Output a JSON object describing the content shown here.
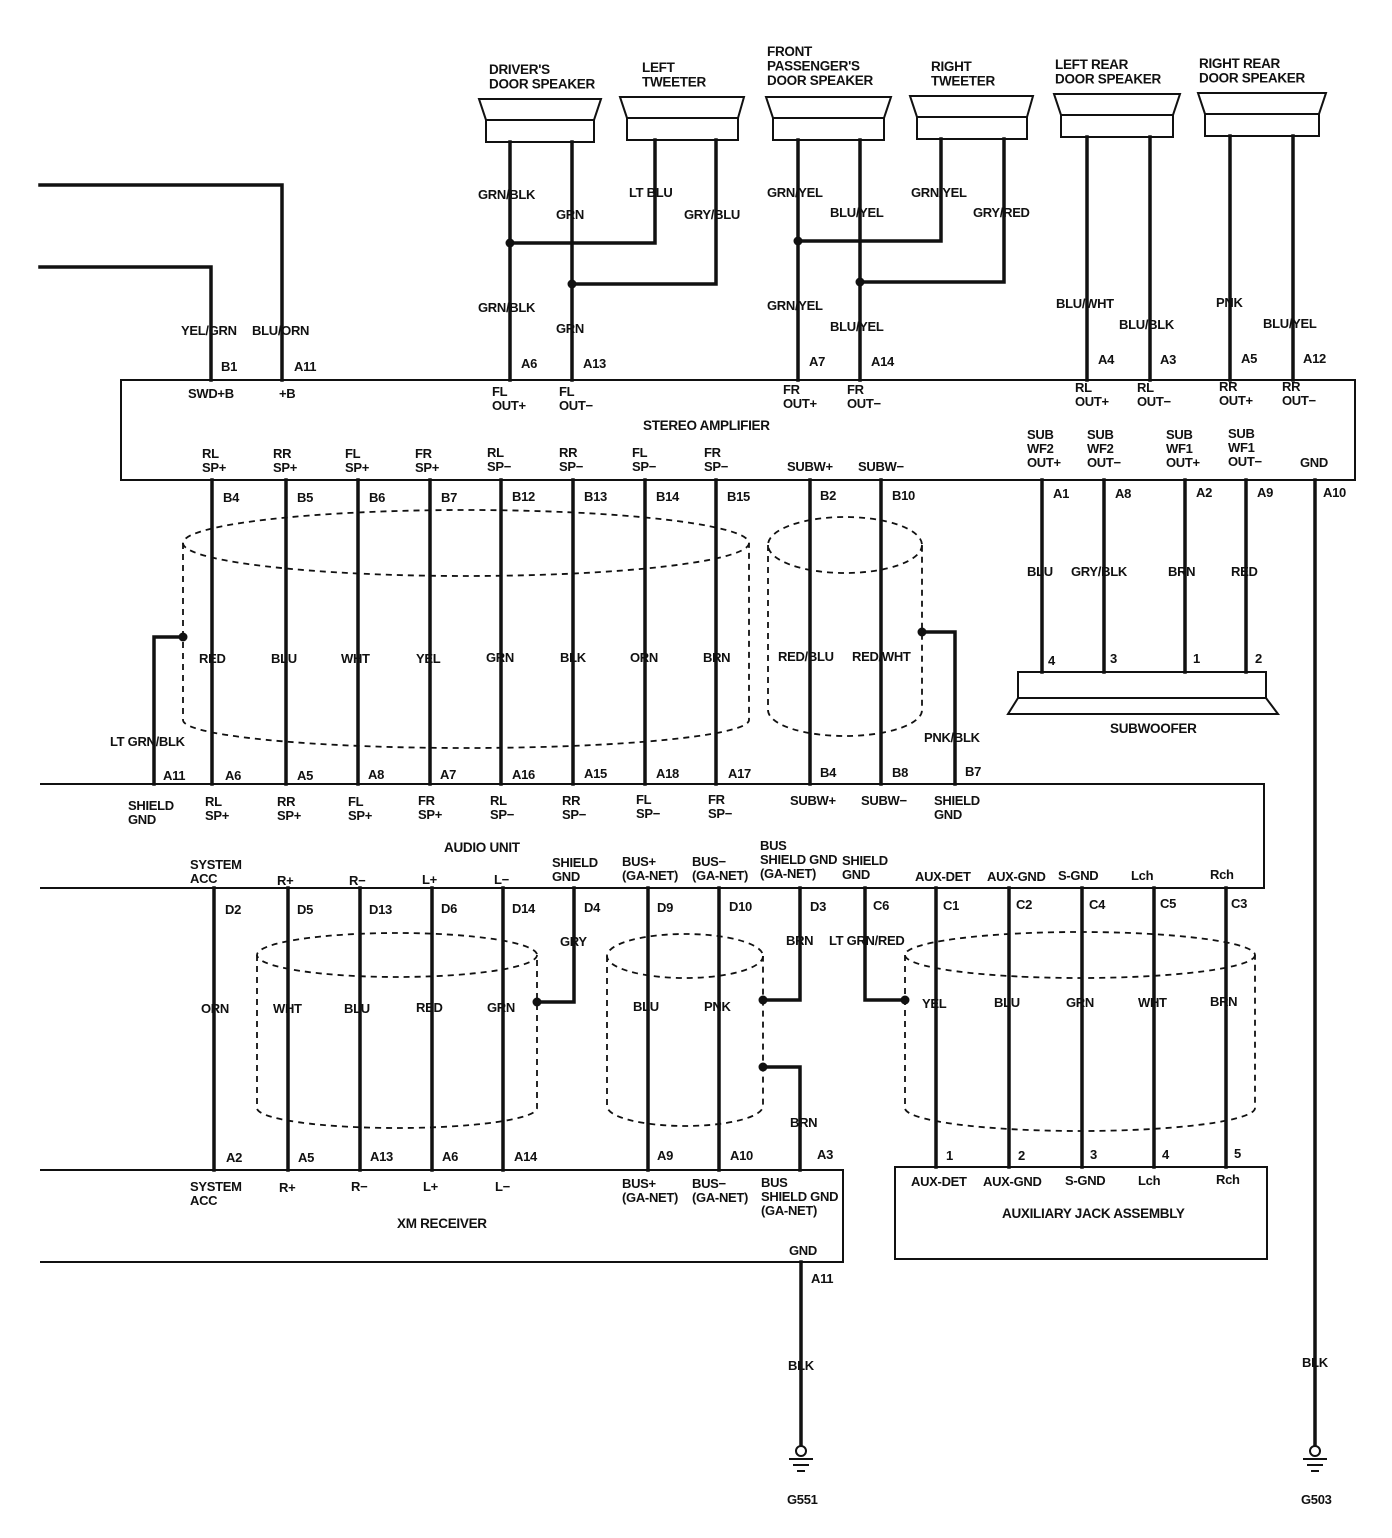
{
  "components": {
    "drivers_door_speaker": "DRIVER'S\nDOOR SPEAKER",
    "left_tweeter": "LEFT\nTWEETER",
    "front_passengers_door_speaker": "FRONT\nPASSENGER'S\nDOOR SPEAKER",
    "right_tweeter": "RIGHT\nTWEETER",
    "left_rear_door_speaker": "LEFT REAR\nDOOR SPEAKER",
    "right_rear_door_speaker": "RIGHT REAR\nDOOR SPEAKER",
    "stereo_amplifier": "STEREO AMPLIFIER",
    "subwoofer": "SUBWOOFER",
    "audio_unit": "AUDIO UNIT",
    "xm_receiver": "XM RECEIVER",
    "auxiliary_jack_assembly": "AUXILIARY JACK ASSEMBLY"
  },
  "grounds": {
    "g551": "G551",
    "g503": "G503"
  },
  "wires": {
    "yel_grn": "YEL/GRN",
    "blu_orn": "BLU/ORN",
    "grn_blk_top": "GRN/BLK",
    "grn_top": "GRN",
    "lt_blu": "LT BLU",
    "gry_blu": "GRY/BLU",
    "grn_blk_low": "GRN/BLK",
    "grn_low": "GRN",
    "grn_yel_top": "GRN/YEL",
    "blu_yel_top": "BLU/YEL",
    "grn_yel_tw": "GRN/YEL",
    "gry_red": "GRY/RED",
    "grn_yel_low": "GRN/YEL",
    "blu_yel_low": "BLU/YEL",
    "blu_wht": "BLU/WHT",
    "blu_blk": "BLU/BLK",
    "pnk_rr": "PNK",
    "blu_yel_rr": "BLU/YEL",
    "sp_red": "RED",
    "sp_blu": "BLU",
    "sp_wht": "WHT",
    "sp_yel": "YEL",
    "sp_grn": "GRN",
    "sp_blk": "BLK",
    "sp_orn": "ORN",
    "sp_brn": "BRN",
    "red_blu": "RED/BLU",
    "red_wht": "RED/WHT",
    "pnk_blk": "PNK/BLK",
    "lt_grn_blk": "LT GRN/BLK",
    "sw_blu": "BLU",
    "sw_gry_blk": "GRY/BLK",
    "sw_brn": "BRN",
    "sw_red": "RED",
    "orn": "ORN",
    "xm_wht": "WHT",
    "xm_blu": "BLU",
    "xm_red": "RED",
    "xm_grn": "GRN",
    "gry": "GRY",
    "bus_blu": "BLU",
    "bus_pnk": "PNK",
    "brn_top": "BRN",
    "brn_low": "BRN",
    "lt_grn_red": "LT GRN/RED",
    "aux_yel": "YEL",
    "aux_blu": "BLU",
    "aux_grn": "GRN",
    "aux_wht": "WHT",
    "aux_brn": "BRN",
    "blk_g551": "BLK",
    "blk_g503": "BLK"
  },
  "pins": {
    "amp_b1": "B1",
    "amp_a11": "A11",
    "amp_a6": "A6",
    "amp_a13": "A13",
    "amp_a7": "A7",
    "amp_a14": "A14",
    "amp_a4": "A4",
    "amp_a3": "A3",
    "amp_a5": "A5",
    "amp_a12": "A12",
    "amp_b4": "B4",
    "amp_b5": "B5",
    "amp_b6": "B6",
    "amp_b7": "B7",
    "amp_b12": "B12",
    "amp_b13": "B13",
    "amp_b14": "B14",
    "amp_b15": "B15",
    "amp_b2": "B2",
    "amp_b10": "B10",
    "amp_a1": "A1",
    "amp_a8": "A8",
    "amp_a2": "A2",
    "amp_a9": "A9",
    "amp_a10": "A10",
    "sw_4": "4",
    "sw_3": "3",
    "sw_1": "1",
    "sw_2": "2",
    "au_a11": "A11",
    "au_a6": "A6",
    "au_a5": "A5",
    "au_a8": "A8",
    "au_a7": "A7",
    "au_a16": "A16",
    "au_a15": "A15",
    "au_a18": "A18",
    "au_a17": "A17",
    "au_b4": "B4",
    "au_b8": "B8",
    "au_b7": "B7",
    "au_d2": "D2",
    "au_d5": "D5",
    "au_d13": "D13",
    "au_d6": "D6",
    "au_d14": "D14",
    "au_d4": "D4",
    "au_d9": "D9",
    "au_d10": "D10",
    "au_d3": "D3",
    "au_c6": "C6",
    "au_c1": "C1",
    "au_c2": "C2",
    "au_c4": "C4",
    "au_c5": "C5",
    "au_c3": "C3",
    "xm_a2": "A2",
    "xm_a5": "A5",
    "xm_a13": "A13",
    "xm_a6": "A6",
    "xm_a14": "A14",
    "xm_a9": "A9",
    "xm_a10": "A10",
    "xm_a3": "A3",
    "xm_a11": "A11",
    "aux_1": "1",
    "aux_2": "2",
    "aux_3": "3",
    "aux_4": "4",
    "aux_5": "5"
  },
  "terminals": {
    "amp_swd_b": "SWD+B",
    "amp_plus_b": "+B",
    "amp_fl_out_p": "FL\nOUT+",
    "amp_fl_out_n": "FL\nOUT−",
    "amp_fr_out_p": "FR\nOUT+",
    "amp_fr_out_n": "FR\nOUT−",
    "amp_rl_out_p": "RL\nOUT+",
    "amp_rl_out_n": "RL\nOUT−",
    "amp_rr_out_p": "RR\nOUT+",
    "amp_rr_out_n": "RR\nOUT−",
    "amp_rl_sp_p": "RL\nSP+",
    "amp_rr_sp_p": "RR\nSP+",
    "amp_fl_sp_p": "FL\nSP+",
    "amp_fr_sp_p": "FR\nSP+",
    "amp_rl_sp_n": "RL\nSP−",
    "amp_rr_sp_n": "RR\nSP−",
    "amp_fl_sp_n": "FL\nSP−",
    "amp_fr_sp_n": "FR\nSP−",
    "amp_subw_p": "SUBW+",
    "amp_subw_n": "SUBW−",
    "amp_sub_wf2_p": "SUB\nWF2\nOUT+",
    "amp_sub_wf2_n": "SUB\nWF2\nOUT−",
    "amp_sub_wf1_p": "SUB\nWF1\nOUT+",
    "amp_sub_wf1_n": "SUB\nWF1\nOUT−",
    "amp_gnd": "GND",
    "au_shield_gnd1": "SHIELD\nGND",
    "au_rl_sp_p": "RL\nSP+",
    "au_rr_sp_p": "RR\nSP+",
    "au_fl_sp_p": "FL\nSP+",
    "au_fr_sp_p": "FR\nSP+",
    "au_rl_sp_n": "RL\nSP−",
    "au_rr_sp_n": "RR\nSP−",
    "au_fl_sp_n": "FL\nSP−",
    "au_fr_sp_n": "FR\nSP−",
    "au_subw_p": "SUBW+",
    "au_subw_n": "SUBW−",
    "au_shield_gnd2": "SHIELD\nGND",
    "au_system_acc": "SYSTEM\nACC",
    "au_r_p": "R+",
    "au_r_n": "R−",
    "au_l_p": "L+",
    "au_l_n": "L−",
    "au_shield_gnd3": "SHIELD\nGND",
    "au_bus_p": "BUS+\n(GA-NET)",
    "au_bus_n": "BUS−\n(GA-NET)",
    "au_bus_shield": "BUS\nSHIELD GND\n(GA-NET)",
    "au_shield_gnd4": "SHIELD\nGND",
    "au_aux_det": "AUX-DET",
    "au_aux_gnd": "AUX-GND",
    "au_s_gnd": "S-GND",
    "au_lch": "Lch",
    "au_rch": "Rch",
    "xm_system_acc": "SYSTEM\nACC",
    "xm_r_p": "R+",
    "xm_r_n": "R−",
    "xm_l_p": "L+",
    "xm_l_n": "L−",
    "xm_bus_p": "BUS+\n(GA-NET)",
    "xm_bus_n": "BUS−\n(GA-NET)",
    "xm_bus_shield": "BUS\nSHIELD GND\n(GA-NET)",
    "xm_gnd": "GND",
    "aux_aux_det": "AUX-DET",
    "aux_aux_gnd": "AUX-GND",
    "aux_s_gnd": "S-GND",
    "aux_lch": "Lch",
    "aux_rch": "Rch"
  }
}
